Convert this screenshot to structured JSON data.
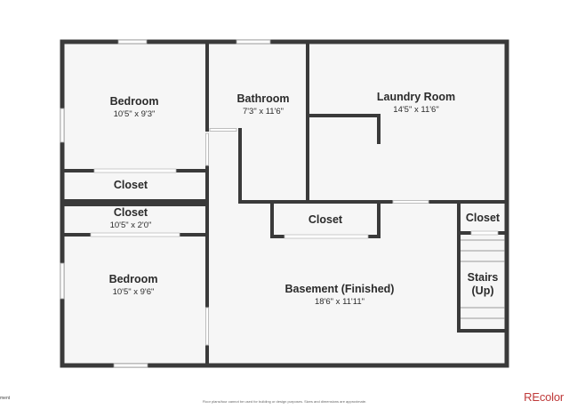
{
  "rooms": {
    "bedroom_top": {
      "name": "Bedroom",
      "dims": "10'5\" x 9'3\""
    },
    "bathroom": {
      "name": "Bathroom",
      "dims": "7'3\" x 11'6\""
    },
    "laundry": {
      "name": "Laundry Room",
      "dims": "14'5\" x 11'6\""
    },
    "closet_a": {
      "name": "Closet"
    },
    "closet_b": {
      "name": "Closet",
      "dims": "10'5\" x 2'0\""
    },
    "closet_center": {
      "name": "Closet"
    },
    "closet_right": {
      "name": "Closet"
    },
    "bedroom_bottom": {
      "name": "Bedroom",
      "dims": "10'5\" x 9'6\""
    },
    "basement": {
      "name": "Basement (Finished)",
      "dims": "18'6\" x 11'11\""
    },
    "stairs": {
      "line1": "Stairs",
      "line2": "(Up)"
    }
  },
  "footer": {
    "disclaimer": "Floor plans/tour cannot be used for building or design purposes. Sizes and dimensions are approximate.",
    "left_fragment": "ment",
    "brand": "REcolor"
  },
  "colors": {
    "wall": "#3a3a3a",
    "floor": "#f6f6f6",
    "window": "#ffffff",
    "brand": "#bf3a3a"
  }
}
